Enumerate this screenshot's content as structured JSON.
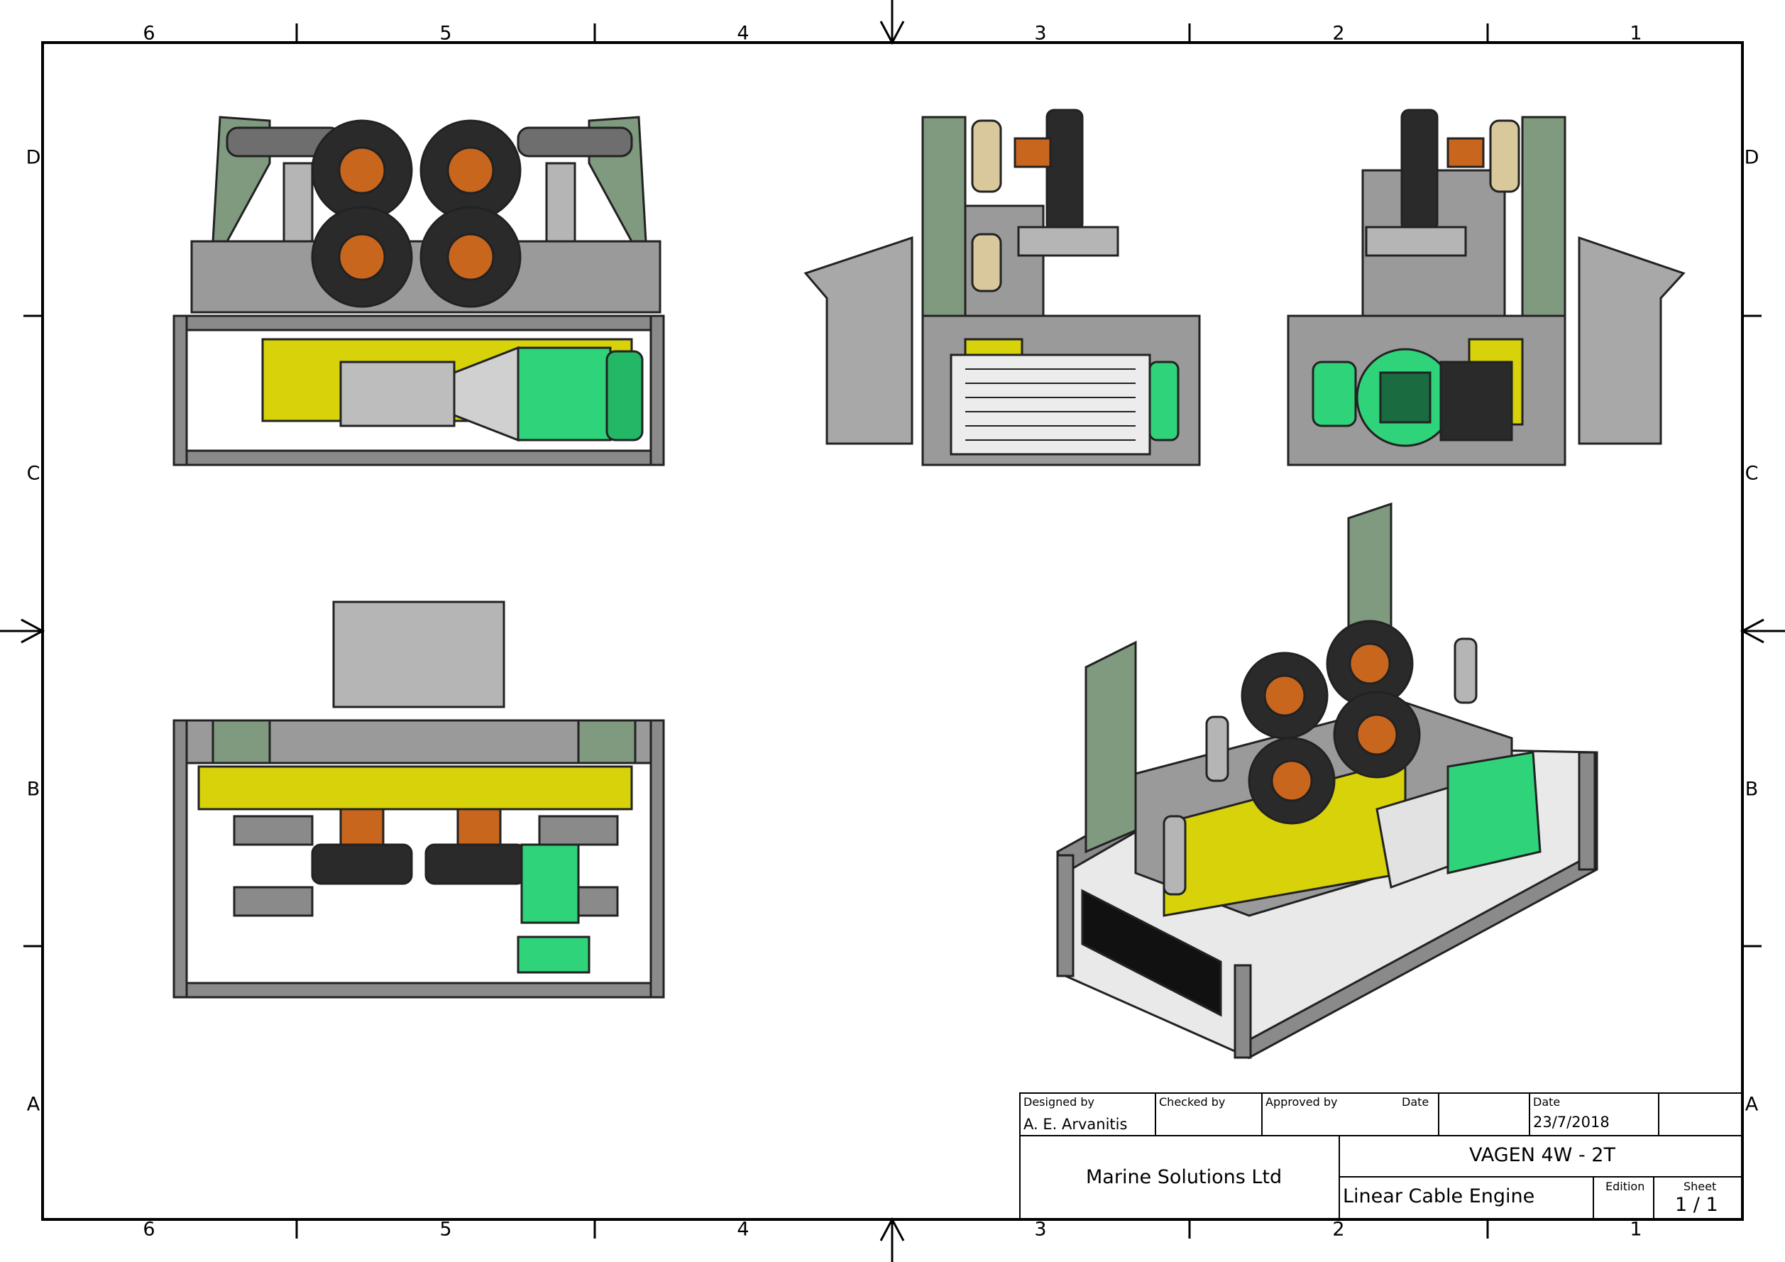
{
  "sheet": {
    "column_labels": [
      "6",
      "5",
      "4",
      "3",
      "2",
      "1"
    ],
    "row_labels": [
      "D",
      "C",
      "B",
      "A"
    ]
  },
  "colors": {
    "frame": "#8a8a8a",
    "frame_dark": "#3c3c3c",
    "motor_green": "#2fd37a",
    "tank_yellow": "#d7d20a",
    "arm_green": "#7f9a7f",
    "hub_orange": "#c8661e",
    "tire_black": "#2a2a2a"
  },
  "views": {
    "front": "front-view",
    "side_left": "side-view-left",
    "side_right": "side-view-right",
    "top": "top-view",
    "iso": "isometric-view"
  },
  "title_block": {
    "designed_by_label": "Designed by",
    "designed_by": "A. E. Arvanitis",
    "checked_by_label": "Checked by",
    "approved_by_label": "Approved by",
    "date_label_1": "Date",
    "date_label_2": "Date",
    "date": "23/7/2018",
    "company": "Marine Solutions Ltd",
    "title": "VAGEN 4W - 2T",
    "subtitle": "Linear Cable Engine",
    "edition_label": "Edition",
    "sheet_label": "Sheet",
    "sheet": "1 / 1"
  }
}
